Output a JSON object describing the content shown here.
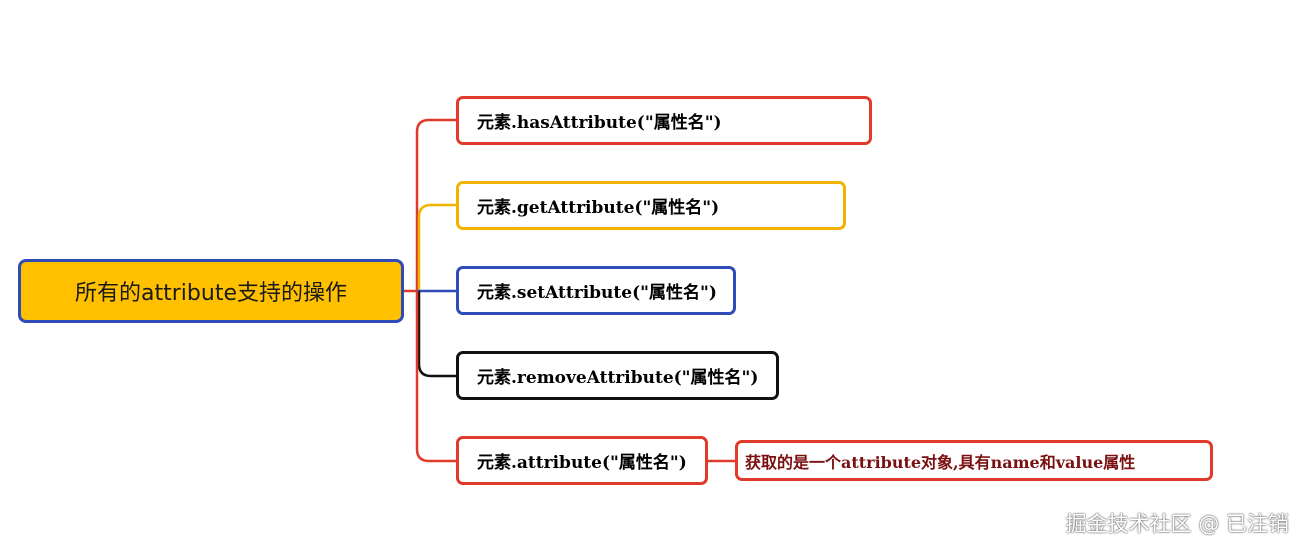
{
  "root": {
    "label": "所有的attribute支持的操作"
  },
  "children": [
    {
      "label": "元素.hasAttribute(\"属性名\")",
      "color": "#e03a2a"
    },
    {
      "label": "元素.getAttribute(\"属性名\")",
      "color": "#f0b400"
    },
    {
      "label": "元素.setAttribute(\"属性名\")",
      "color": "#2e4bb8"
    },
    {
      "label": "元素.removeAttribute(\"属性名\")",
      "color": "#111111"
    },
    {
      "label": "元素.attribute(\"属性名\")",
      "color": "#e03a2a"
    }
  ],
  "note": {
    "label": "获取的是一个attribute对象,具有name和value属性",
    "color": "#e03a2a"
  },
  "watermark": "掘金技术社区 @ 已注销"
}
